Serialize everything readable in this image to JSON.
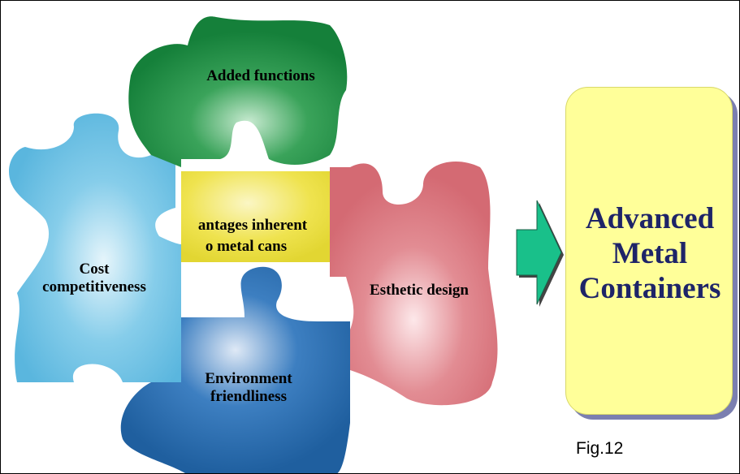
{
  "pieces": {
    "added": {
      "label": "Added functions",
      "color": "#1f8f3a"
    },
    "advantages": {
      "label_line1": "antages inherent",
      "label_line2": "o metal cans",
      "color": "#efe64b"
    },
    "cost": {
      "label_line1": "Cost",
      "label_line2": "competitiveness",
      "color": "#6fc3e3"
    },
    "esthetic": {
      "label": "Esthetic design",
      "color": "#e07880"
    },
    "environment": {
      "label_line1": "Environment",
      "label_line2": "friendliness",
      "color": "#2b6fb0"
    }
  },
  "arrow": {
    "color": "#19c08a"
  },
  "result_box": {
    "line1": "Advanced",
    "line2": "Metal",
    "line3": "Containers",
    "color": "#ffff99",
    "text_color": "#1e2468"
  },
  "caption": "Fig.12"
}
